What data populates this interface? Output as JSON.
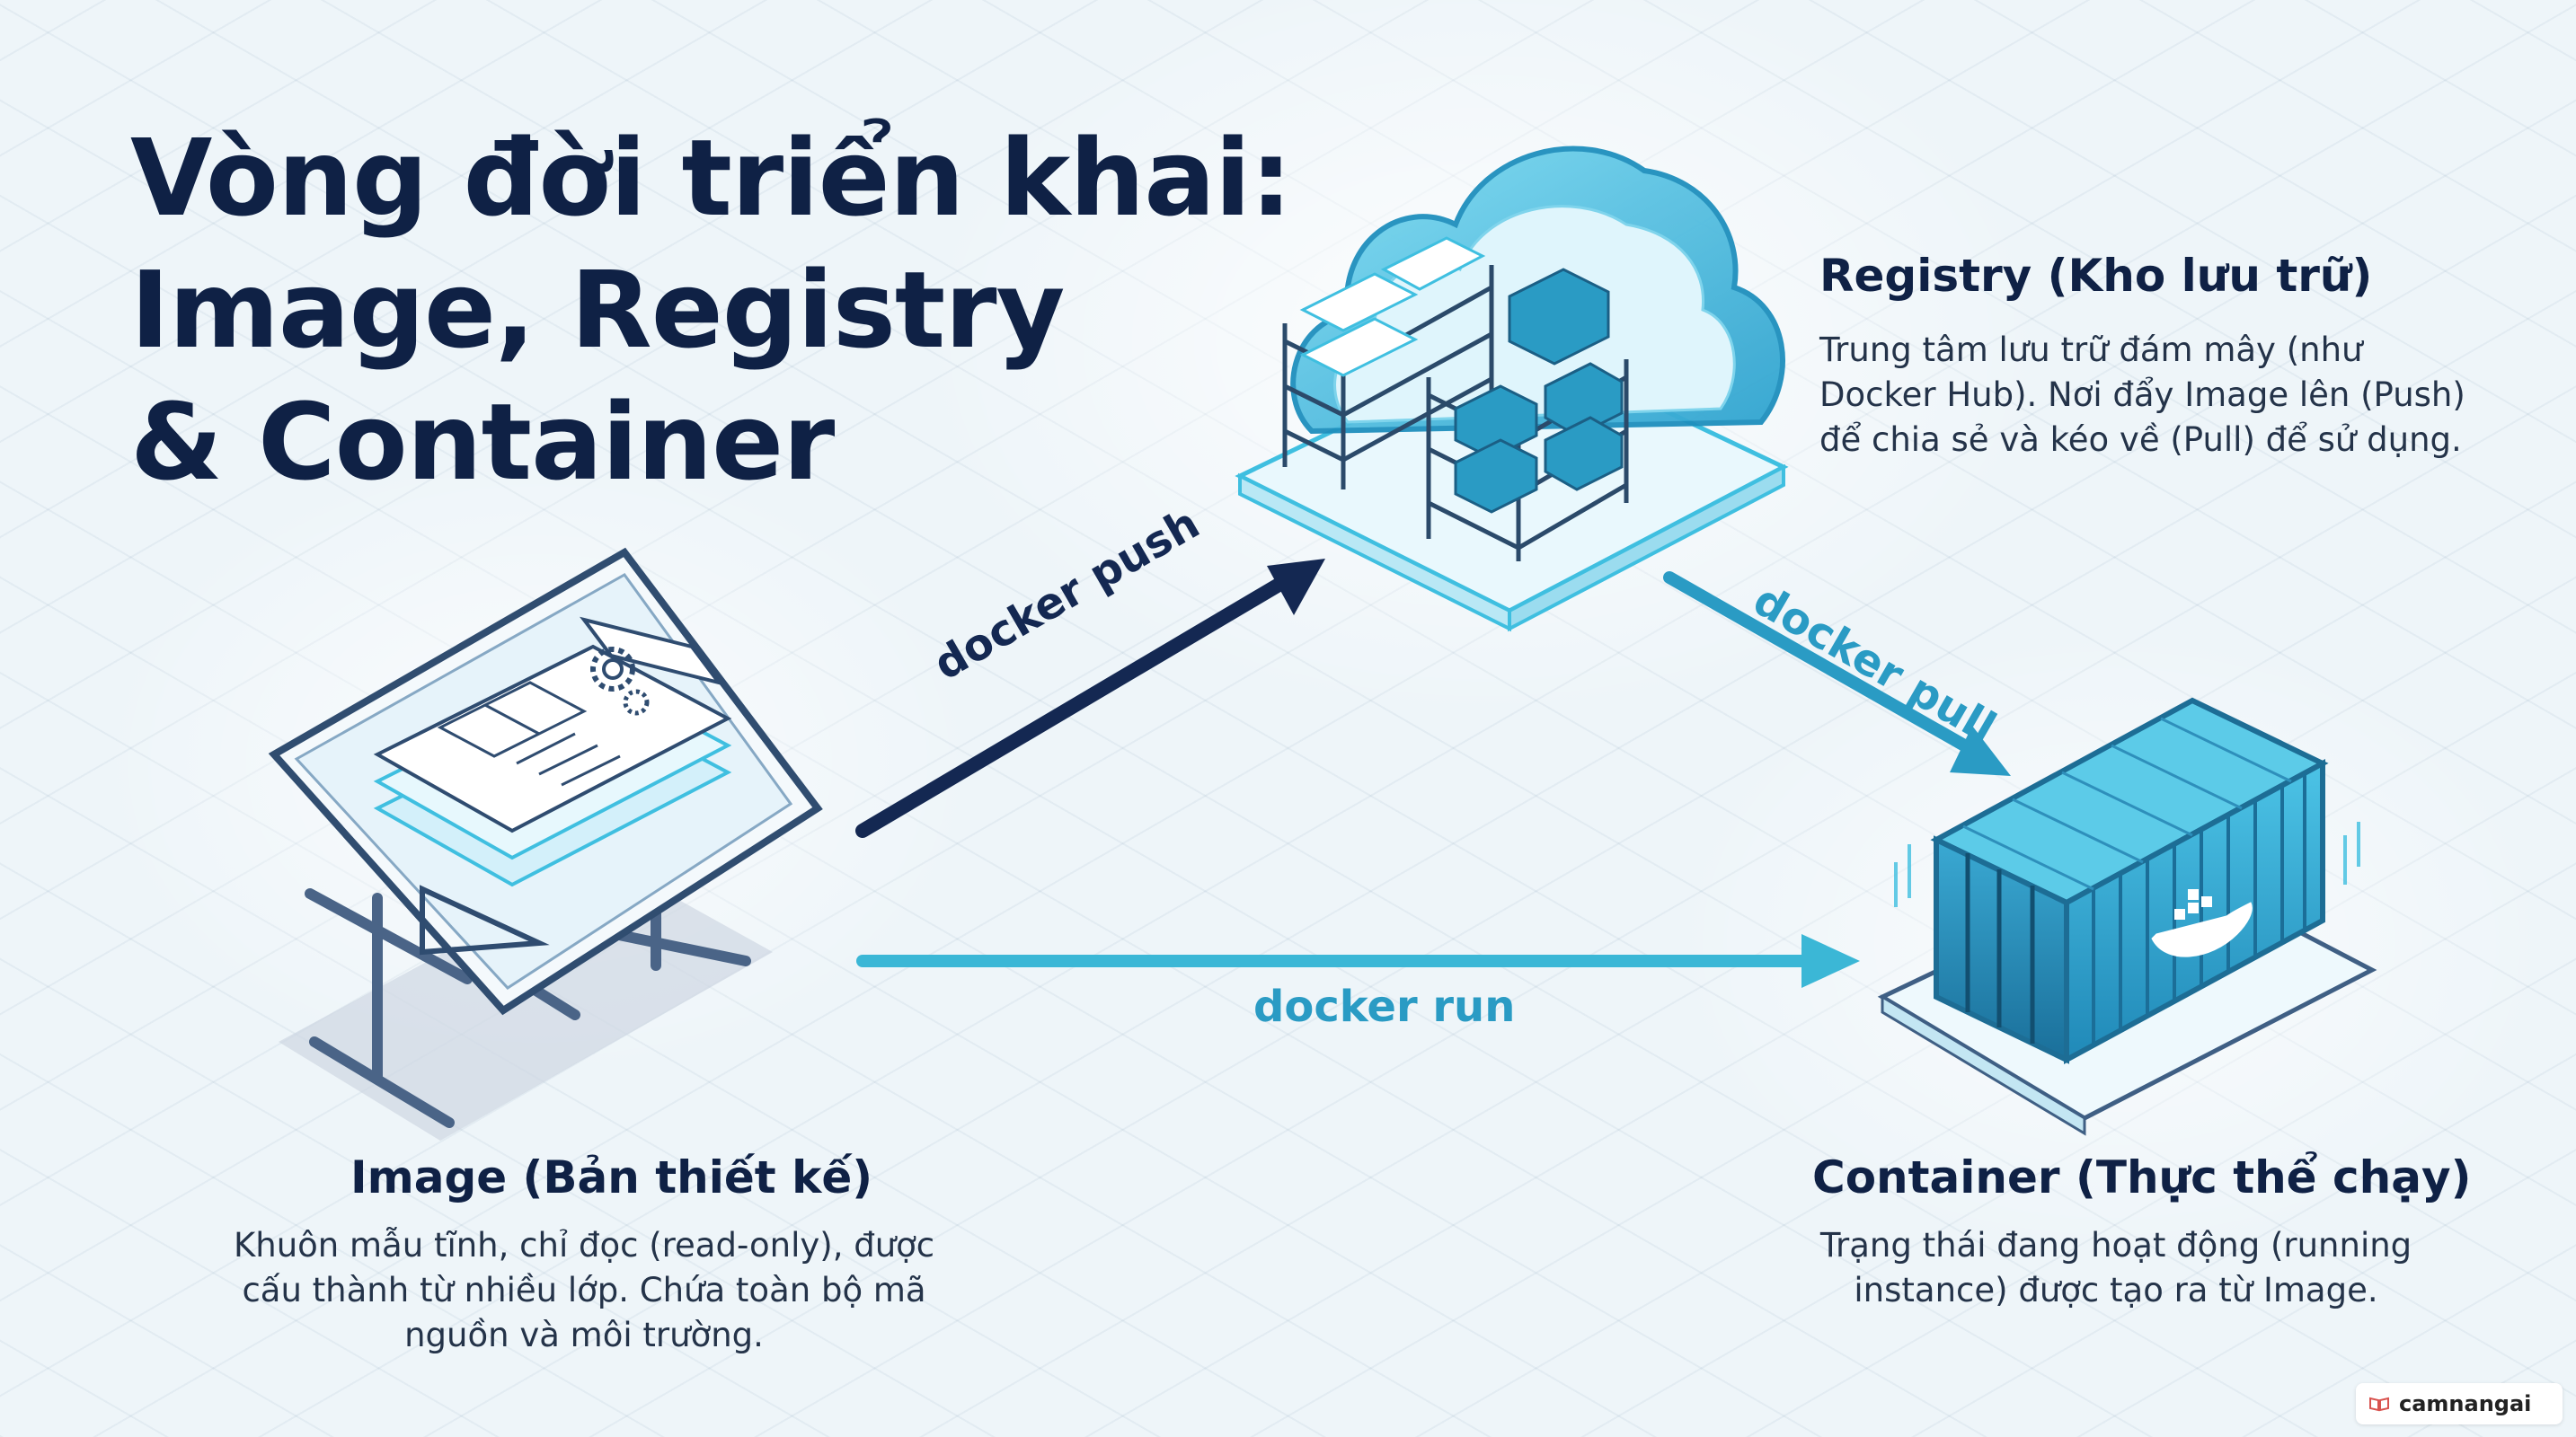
{
  "title": {
    "lines": [
      "Vòng đời triển khai:",
      "Image, Registry",
      "& Container"
    ]
  },
  "registry": {
    "heading": "Registry (Kho lưu trữ)",
    "description": [
      "Trung tâm lưu trữ đám mây (như",
      "Docker Hub). Nơi đẩy Image lên (Push)",
      "để chia sẻ và kéo về (Pull) để sử dụng."
    ]
  },
  "image": {
    "heading": "Image (Bản thiết kế)",
    "description": [
      "Khuôn mẫu tĩnh, chỉ đọc (read-only), được",
      "cấu thành từ nhiều lớp. Chứa toàn bộ mã",
      "nguồn và môi trường."
    ]
  },
  "container": {
    "heading": "Container (Thực thể chạy)",
    "description": [
      "Trạng thái đang hoạt động (running",
      "instance) được tạo ra từ Image."
    ]
  },
  "flows": {
    "push": "docker push",
    "pull": "docker pull",
    "run": "docker run"
  },
  "watermark": {
    "text": "camnangai",
    "icon": "book-icon"
  },
  "colors": {
    "navy": "#0f2145",
    "push_arrow": "#142852",
    "pull_arrow": "#2a9bc4",
    "run_arrow": "#3bb7d6",
    "accent_cyan": "#3fbfe0"
  }
}
